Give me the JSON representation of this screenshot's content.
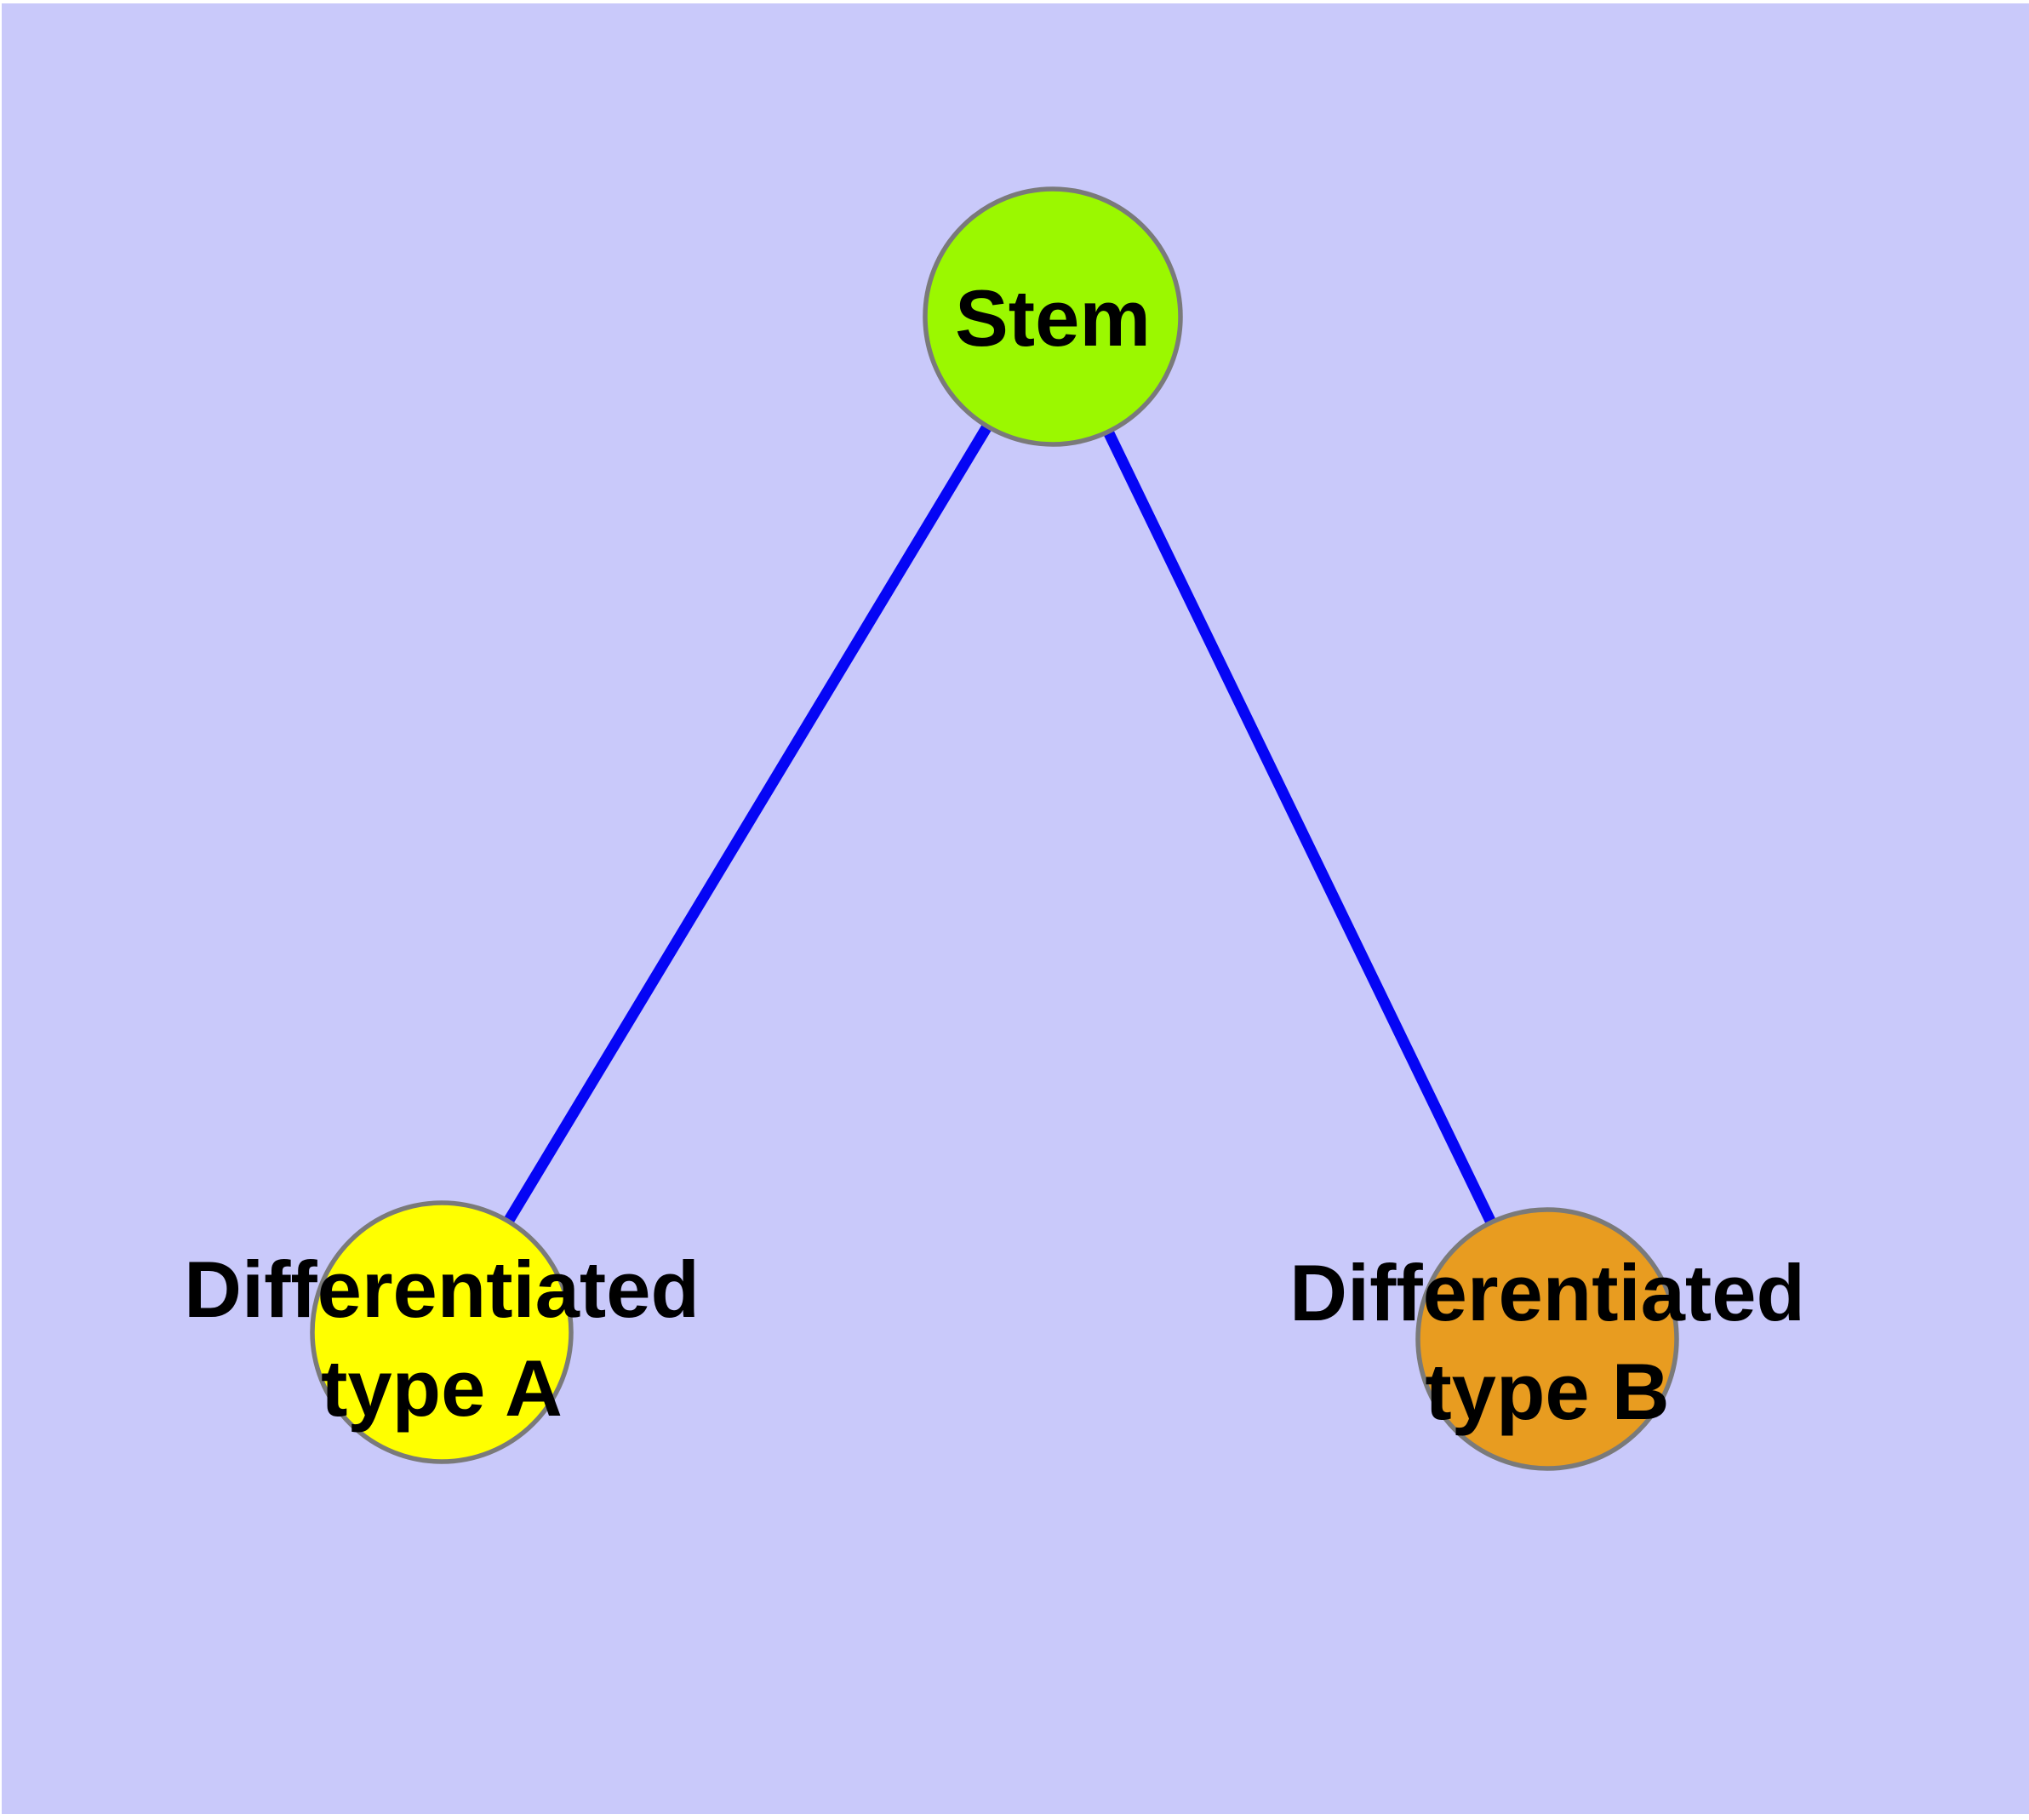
{
  "diagram": {
    "kind": "graph",
    "description": "Stem cell differentiation graph with one root node and two differentiated child nodes",
    "colors": {
      "background": "#c9c9fa",
      "page_margin": "#ffffff",
      "node_border": "#7a7a7a",
      "edge": "#0505f5",
      "label": "#000000"
    },
    "nodes": {
      "stem": {
        "label": "Stem",
        "fill": "#9bf800"
      },
      "type_a": {
        "label_line1": "Differentiated",
        "label_line2": "type A",
        "fill": "#ffff00"
      },
      "type_b": {
        "label_line1": "Differentiated",
        "label_line2": "type B",
        "fill": "#e89c20"
      }
    },
    "edges": [
      {
        "from": "Stem",
        "to": "Differentiated type A"
      },
      {
        "from": "Stem",
        "to": "Differentiated type B"
      }
    ]
  }
}
